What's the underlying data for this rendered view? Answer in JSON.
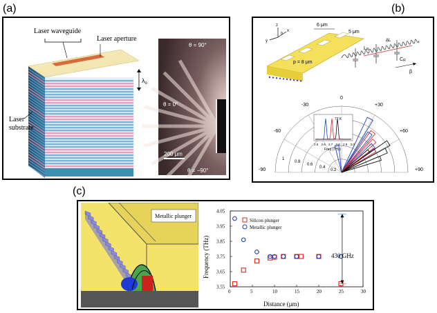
{
  "panel_a": {
    "label": "(a)",
    "laser_waveguide": "Laser waveguide",
    "laser_aperture": "Laser aperture",
    "laser_substrate_1": "Laser",
    "laser_substrate_2": "substrate",
    "lambda": "λ",
    "lambda_sub": "o",
    "theta_90": "θ = 90°",
    "theta_0": "θ = 0°",
    "theta_m90": "θ = −90°",
    "scalebar": "200 μm"
  },
  "panel_b": {
    "label": "(b)",
    "dim_6um": "6 μm",
    "dim_5um": "5 μm",
    "dim_p": "p = 8 μm",
    "lr": "L",
    "lr_sub": "R",
    "cr": "C",
    "cr_sub": "R",
    "delta_l": "ΔL",
    "beta": "β",
    "angle_top": "0",
    "angle_m30": "-30",
    "angle_p30": "+30",
    "angle_m60": "-60",
    "angle_p60": "+60",
    "angle_m90": "-90",
    "angle_p90": "+90",
    "r_1": "1",
    "r_08": "0.8",
    "r_06": "0.6",
    "r_04": "0.4",
    "r_02": "0.2",
    "temp": "77 K",
    "inset_ticks": [
      "2.5",
      "2.6",
      "2.7",
      "2.8",
      "2.9",
      "3.0"
    ],
    "inset_xlabel": "Freq (THz)",
    "colors": {
      "blue": "#1f3fbf",
      "red": "#d8262b",
      "black": "#111111"
    }
  },
  "panel_c": {
    "label": "(c)",
    "plunger_label": "Metallic plunger",
    "chart_data": {
      "type": "scatter",
      "xlabel": "Distance (μm)",
      "ylabel": "Frequency (THz)",
      "xlim": [
        0,
        30
      ],
      "ylim": [
        3.55,
        4.05
      ],
      "xticks": [
        "0",
        "5",
        "10",
        "15",
        "20",
        "25",
        "30"
      ],
      "yticks": [
        "3.55",
        "3.65",
        "3.75",
        "3.85",
        "3.95",
        "4.05"
      ],
      "legend_position": "top-left",
      "annotation": "430 GHz",
      "series": [
        {
          "name": "Silicon plunger",
          "marker": "square",
          "color": "#e0241b",
          "x": [
            1,
            3,
            6,
            9,
            10,
            12,
            15,
            16,
            20,
            25
          ],
          "y": [
            3.57,
            3.66,
            3.72,
            3.74,
            3.745,
            3.75,
            3.75,
            3.75,
            3.75,
            3.57
          ]
        },
        {
          "name": "Metallic plunger",
          "marker": "circle",
          "color": "#2040c0",
          "x": [
            1,
            3,
            6,
            9,
            10,
            12,
            15,
            20,
            25
          ],
          "y": [
            4.0,
            3.86,
            3.78,
            3.75,
            3.75,
            3.75,
            3.75,
            3.75,
            3.75
          ]
        }
      ]
    }
  }
}
